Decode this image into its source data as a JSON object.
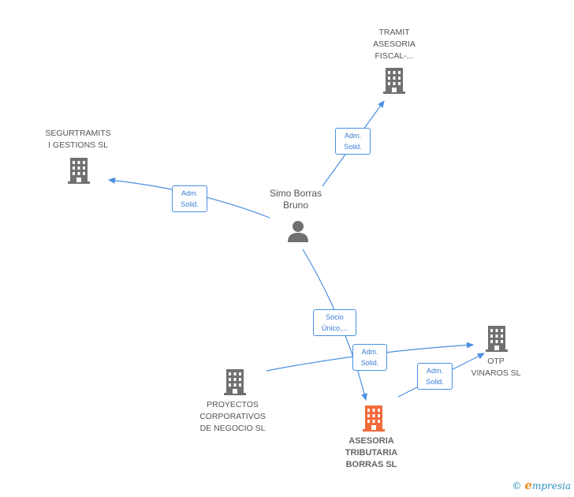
{
  "nodes": {
    "tramit": [
      "TRAMIT",
      "ASESORIA",
      "FISCAL-..."
    ],
    "segurtramits": [
      "SEGURTRAMITS",
      "I GESTIONS SL"
    ],
    "person": [
      "Simo Borras",
      "Bruno"
    ],
    "proyectos": [
      "PROYECTOS",
      "CORPORATIVOS",
      "DE NEGOCIO SL"
    ],
    "asesoria": [
      "ASESORIA",
      "TRIBUTARIA",
      "BORRAS SL"
    ],
    "otp": [
      "OTP",
      "VINAROS SL"
    ]
  },
  "roles": {
    "to_tramit": [
      "Adm.",
      "Solid."
    ],
    "to_segurtramits": [
      "Adm.",
      "Solid."
    ],
    "to_asesoria": [
      "Socio",
      "Único,..."
    ],
    "proyectos_to_otp": [
      "Adm.",
      "Solid."
    ],
    "asesoria_to_otp": [
      "Adm.",
      "Solid."
    ]
  },
  "icons": {
    "company": "building-icon",
    "focus_company": "building-icon",
    "person": "person-icon"
  },
  "colors": {
    "edge": "#4a90e2",
    "company_icon": "#707070",
    "focus_icon": "#f26b3a",
    "role_border": "#4a90e2",
    "role_text": "#3a7bd5"
  },
  "footer": {
    "copyright": "©",
    "logo_initial": "e",
    "logo_text": "mpresia"
  }
}
